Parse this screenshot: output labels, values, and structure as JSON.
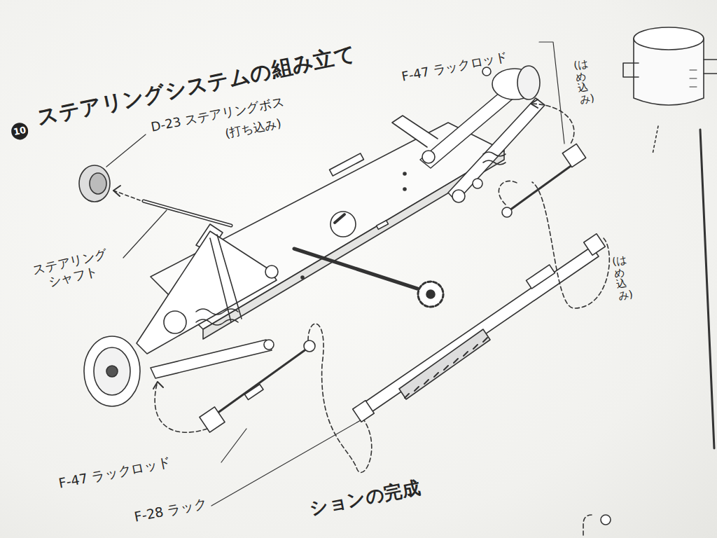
{
  "diagram": {
    "title": "ステアリングシステムの組み立て",
    "labels": [
      "10",
      "D-23 ステアリングボス",
      "(打ち込み)",
      "F-47 ラックロッド",
      "(はめ込み)",
      "ステアリング シャフト",
      "(はめ込み)",
      "F-47 ラックロッド",
      "F-28 ラック",
      "ションの完成"
    ]
  }
}
